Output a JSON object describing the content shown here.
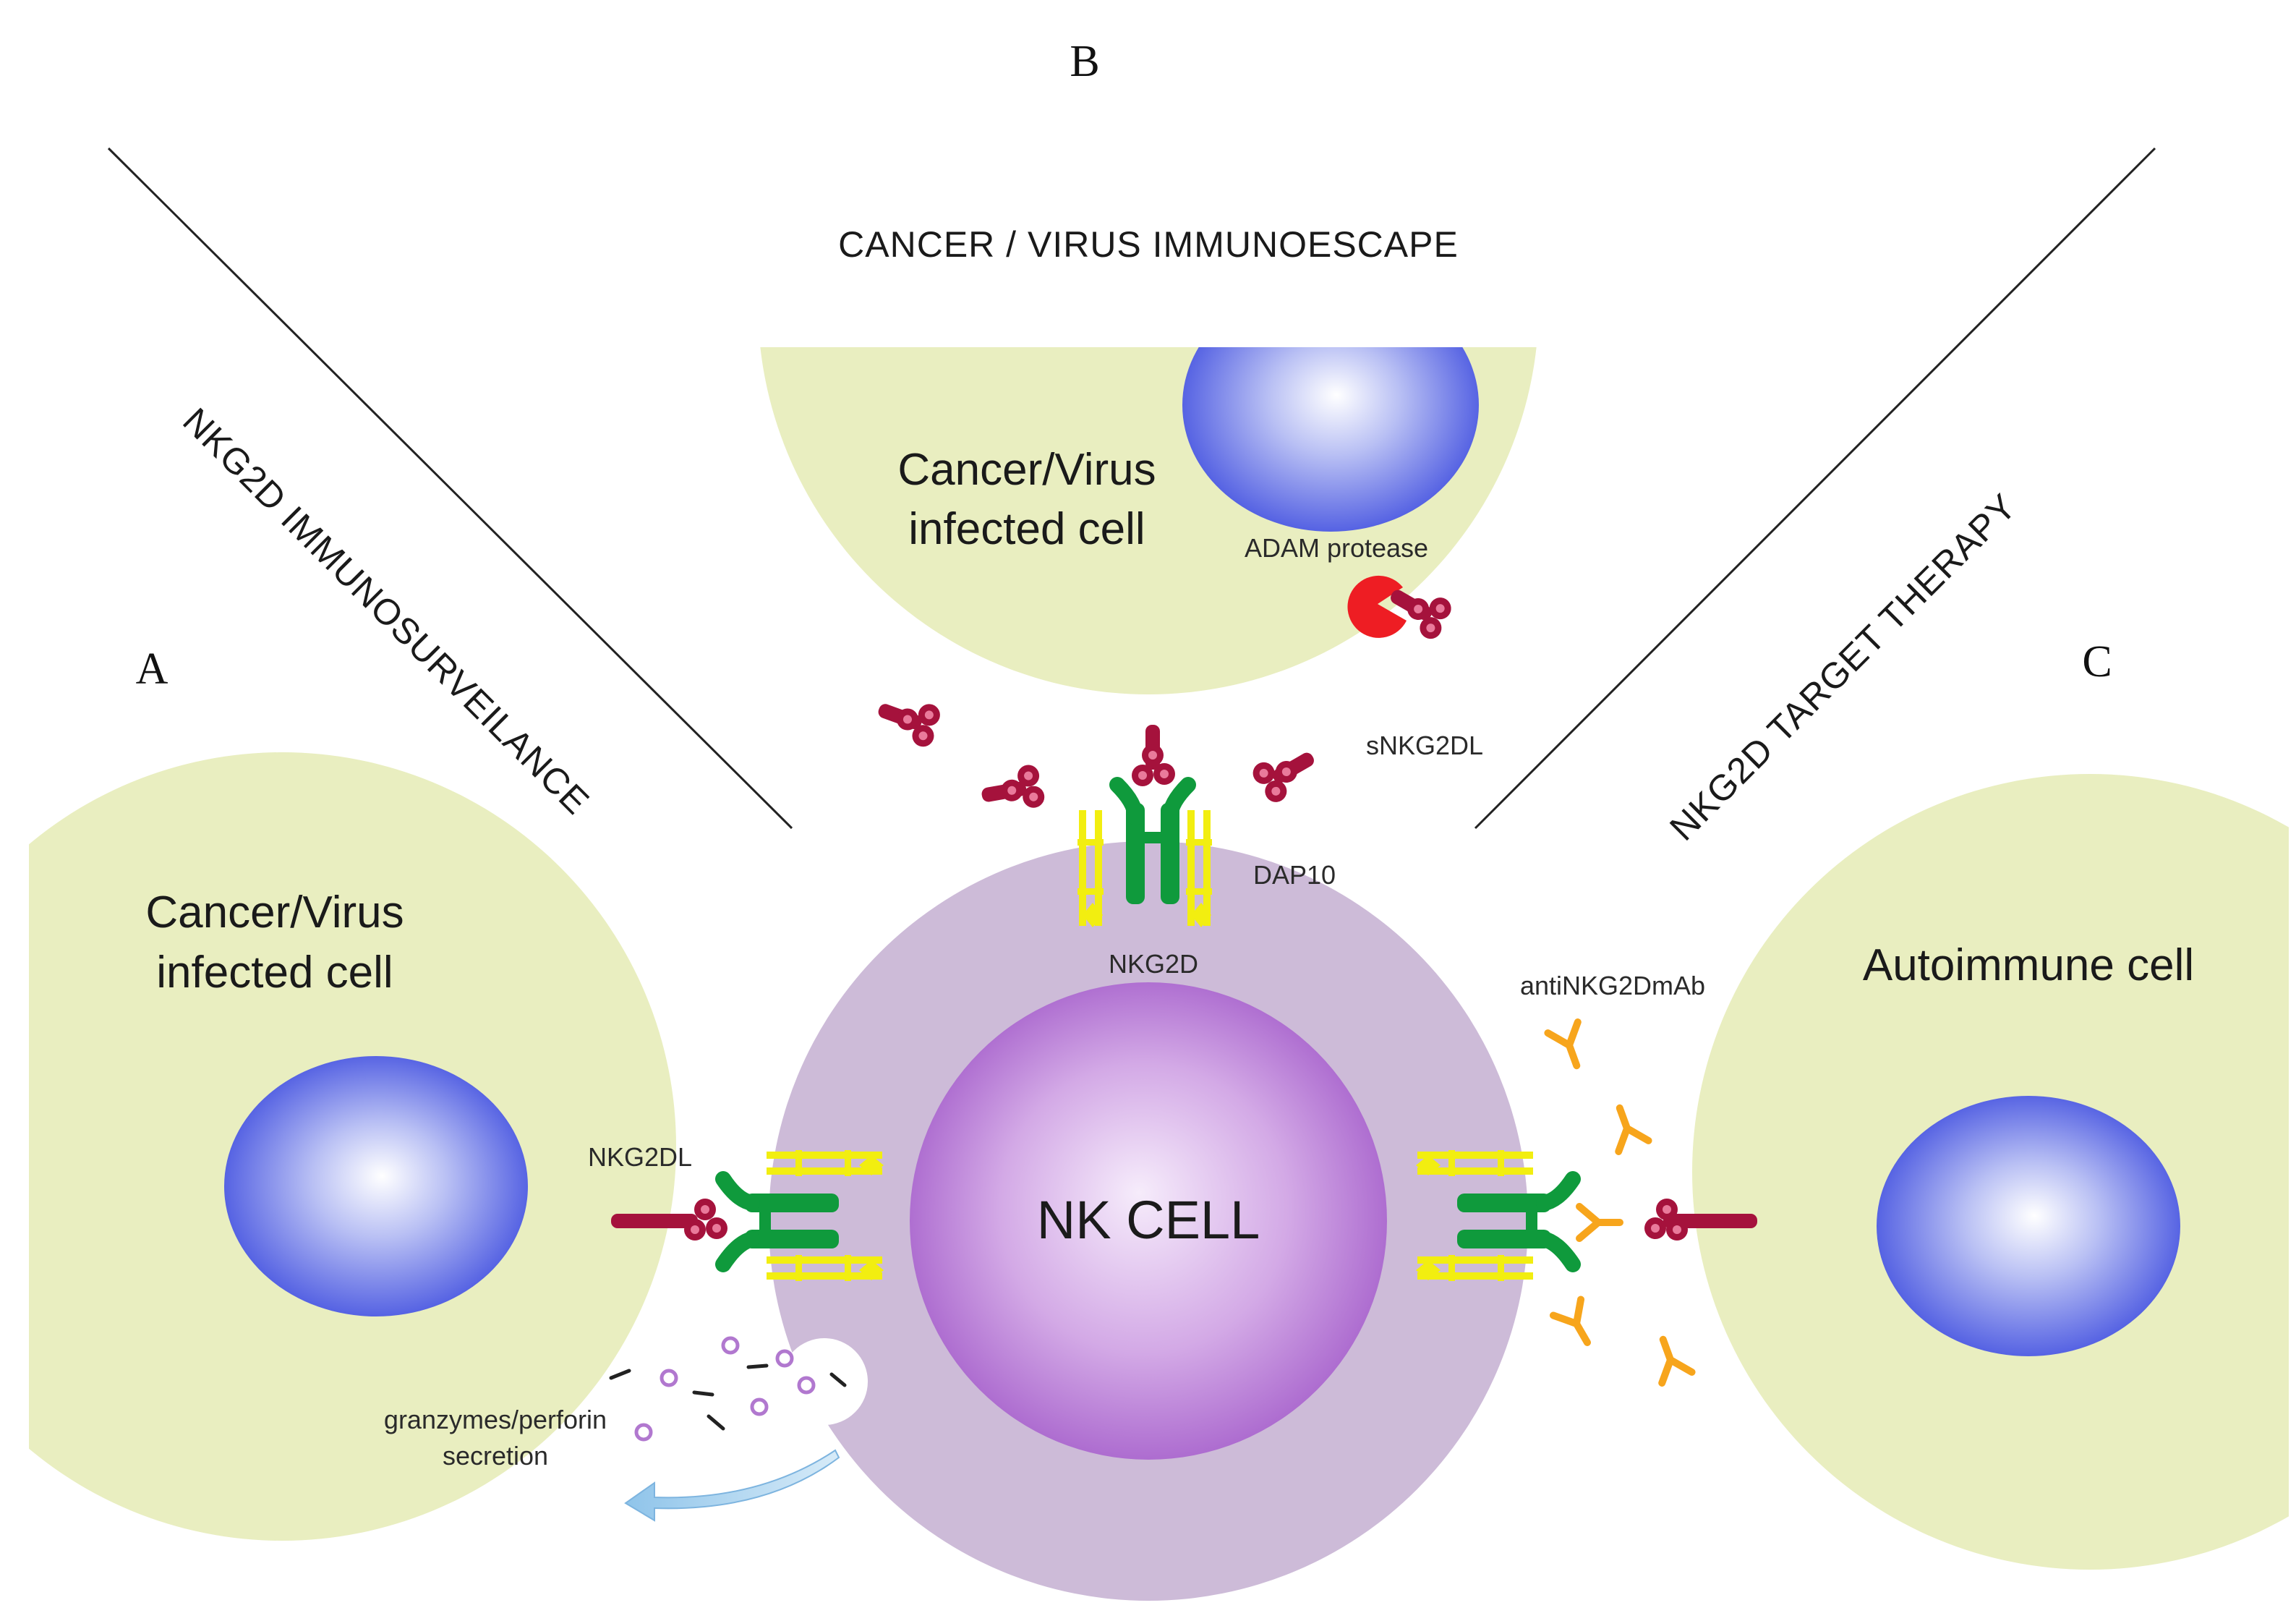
{
  "panels": {
    "a": "A",
    "b": "B",
    "c": "C"
  },
  "sections": {
    "immunosurveillance": "NKG2D IMMUNOSURVEILANCE",
    "immunoescape": "CANCER / VIRUS IMMUNOESCAPE",
    "target_therapy": "NKG2D TARGET THERAPY"
  },
  "cells": {
    "left_line1": "Cancer/Virus",
    "left_line2": "infected cell",
    "top_line1": "Cancer/Virus",
    "top_line2": "infected cell",
    "right": "Autoimmune cell",
    "nk": "NK CELL"
  },
  "molecules": {
    "adam_protease": "ADAM protease",
    "snkg2dl": "sNKG2DL",
    "dap10": "DAP10",
    "nkg2d": "NKG2D",
    "nkg2dl": "NKG2DL",
    "anti_mab": "antiNKG2DmAb",
    "granzymes_line1": "granzymes/perforin",
    "granzymes_line2": "secretion"
  },
  "colors": {
    "target_cell": "#e9eec0",
    "nucleus": "#4f5ee6",
    "nk_outer": "#cdbbd8",
    "nk_inner": "#b374d2",
    "receptor_green": "#0f9a3c",
    "dap10_yellow": "#f2ee10",
    "ligand_red": "#a5123c",
    "adam_red": "#ee1d23",
    "antibody_orange": "#f7a51c",
    "granule_purple": "#b178cf"
  }
}
